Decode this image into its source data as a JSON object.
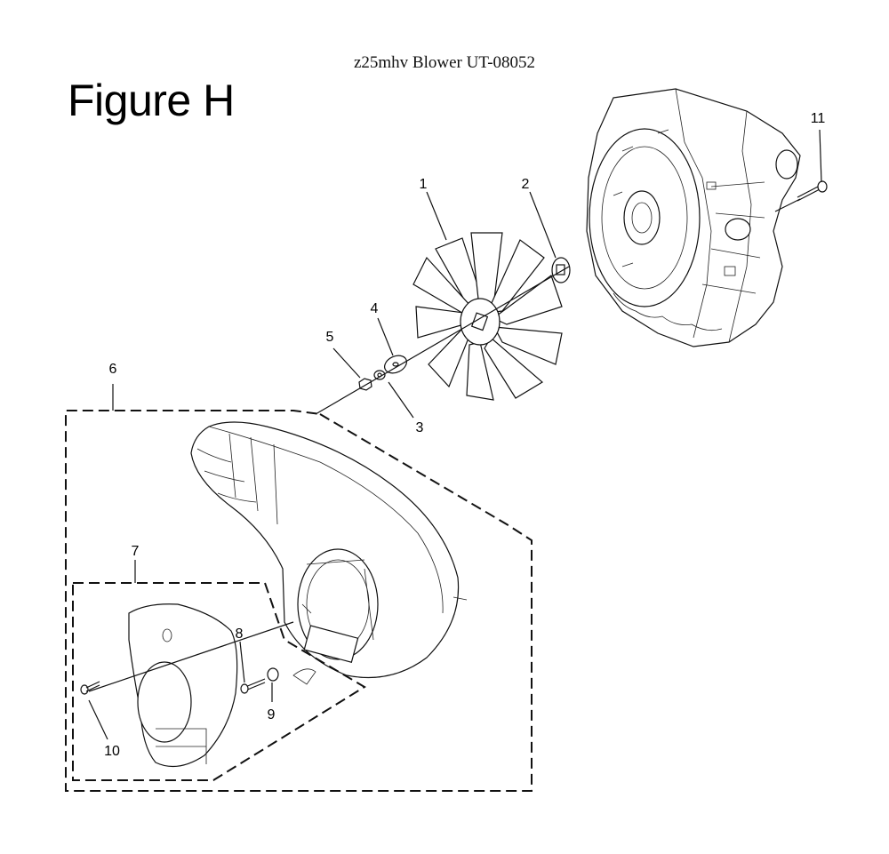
{
  "header": {
    "title": "z25mhv Blower UT-08052",
    "figure_label": "Figure H"
  },
  "callouts": {
    "c1": "1",
    "c2": "2",
    "c3": "3",
    "c4": "4",
    "c5": "5",
    "c6": "6",
    "c7": "7",
    "c8": "8",
    "c9": "9",
    "c10": "10",
    "c11": "11"
  }
}
